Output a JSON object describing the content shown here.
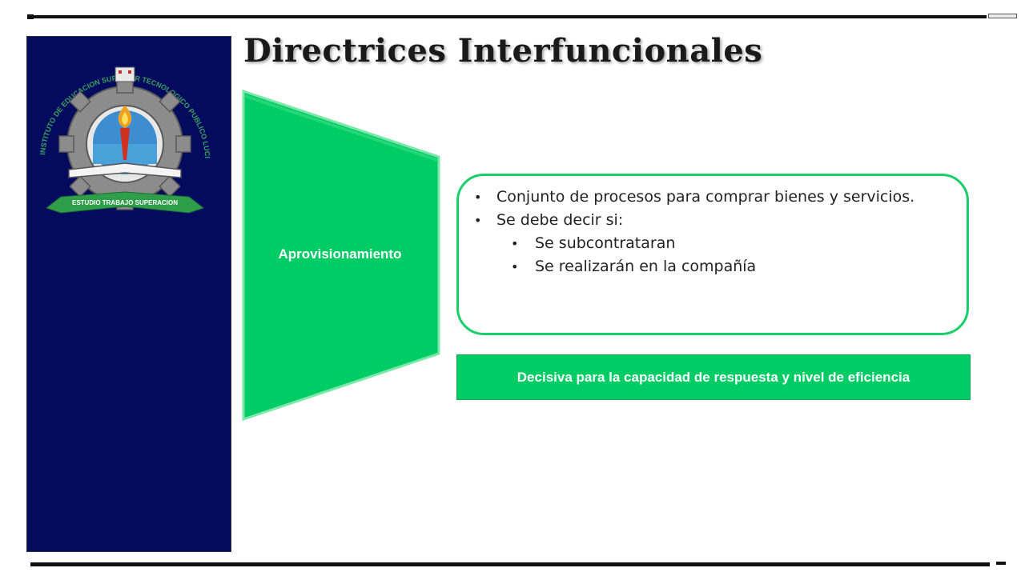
{
  "slide": {
    "title": "Directrices Interfuncionales",
    "process_label": "Aprovisionamiento",
    "bullets": [
      {
        "text": "Conjunto de procesos para comprar bienes y servicios.",
        "level": 1
      },
      {
        "text": "Se debe decir si:",
        "level": 1
      },
      {
        "text": "Se subcontrataran",
        "level": 2
      },
      {
        "text": "Se realizarán en la compañía",
        "level": 2
      }
    ],
    "banner": "Decisiva para la capacidad de respuesta y nivel de eficiencia"
  },
  "emblem": {
    "ring_text": "INSTITUTO DE EDUCACION SUPERIOR TECNOLOGICO PUBLICO LUCIANO CASTILLO COLONNA",
    "ribbon_text": "ESTUDIO TRABAJO SUPERACION"
  },
  "colors": {
    "sidebar": "#040a5e",
    "accent_green": "#00cc66",
    "box_border": "#19cf6b",
    "title": "#1a1a1a"
  }
}
